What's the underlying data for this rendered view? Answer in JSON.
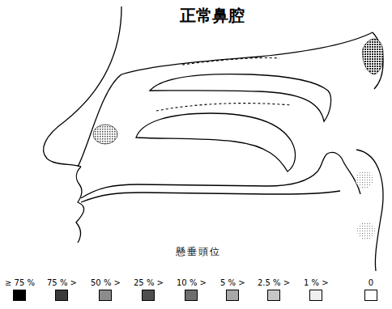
{
  "diagram": {
    "title": "正常鼻腔",
    "labels": [
      "懸垂頭位"
    ],
    "legend": [
      {
        "text": "≥ 75 %",
        "color": "#000000"
      },
      {
        "text": "75 % >",
        "color": "#3a3a3a"
      },
      {
        "text": "50 % >",
        "color": "#8c8c8c"
      },
      {
        "text": "25 % >",
        "color": "#4e4e4e"
      },
      {
        "text": "10 % >",
        "color": "#6e6e6e"
      },
      {
        "text": "5 % >",
        "color": "#a8a8a8"
      },
      {
        "text": "2.5 % >",
        "color": "#c6c6c6"
      },
      {
        "text": "1 % >",
        "color": "#f0f0f0"
      },
      {
        "text": "0",
        "color": "#ffffff"
      }
    ]
  }
}
